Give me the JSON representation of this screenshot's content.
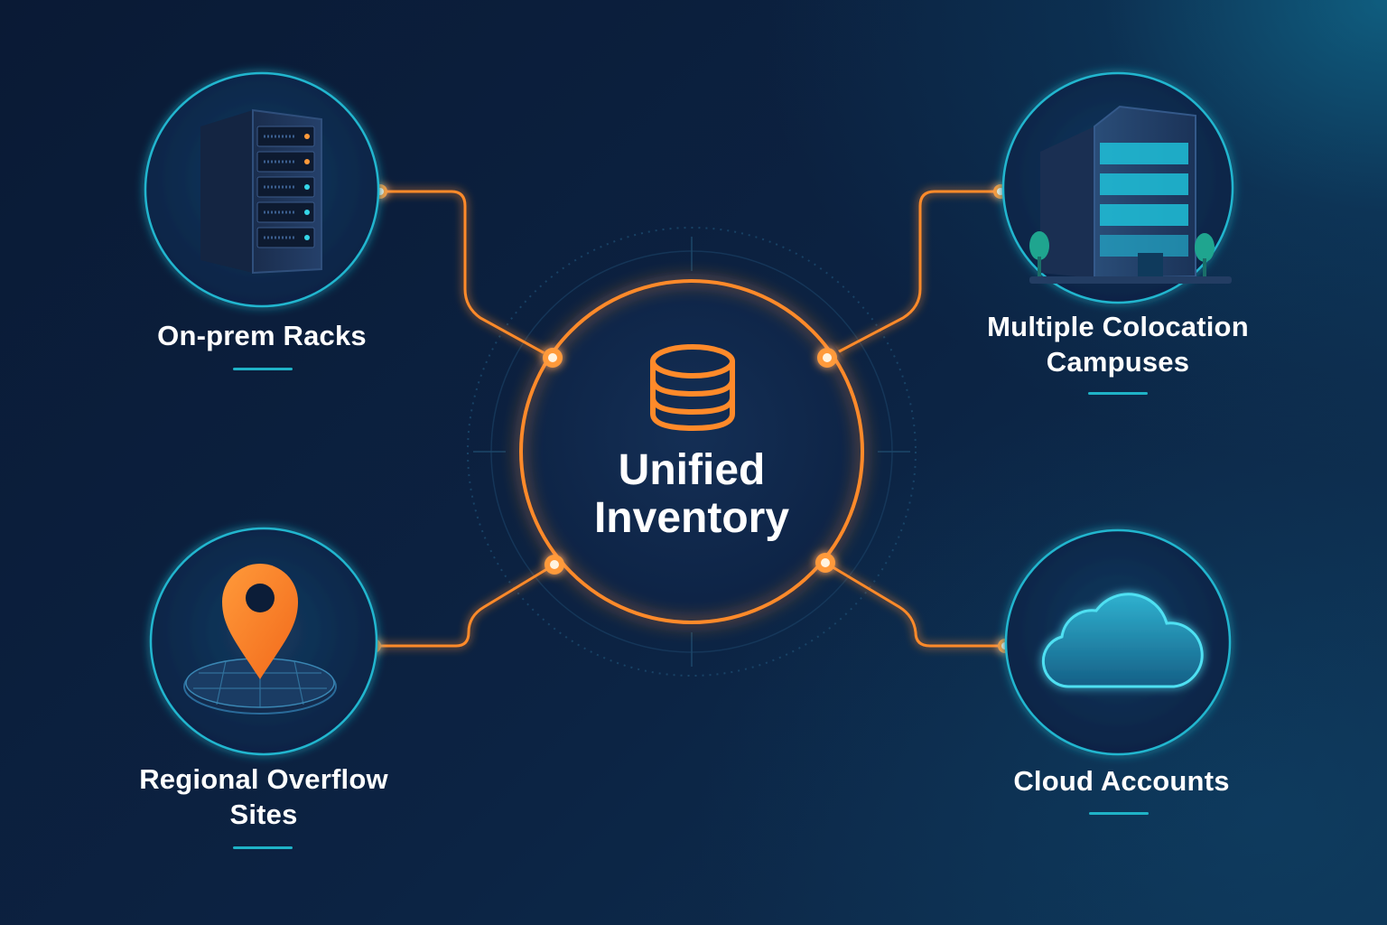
{
  "center": {
    "line1": "Unified",
    "line2": "Inventory",
    "icon": "database-icon"
  },
  "nodes": [
    {
      "id": "onprem",
      "lines": [
        "On-prem Racks"
      ],
      "icon": "server-rack-icon"
    },
    {
      "id": "colo",
      "lines": [
        "Multiple Colocation",
        "Campuses"
      ],
      "icon": "office-building-icon"
    },
    {
      "id": "regional",
      "lines": [
        "Regional Overflow",
        "Sites"
      ],
      "icon": "map-pin-icon"
    },
    {
      "id": "cloud",
      "lines": [
        "Cloud Accounts"
      ],
      "icon": "cloud-icon"
    }
  ],
  "colors": {
    "accent_orange": "#ff8a2a",
    "ring_teal": "#21b6cf",
    "background": "#0b1c38",
    "cloud_fill": "#1f8fb0"
  }
}
